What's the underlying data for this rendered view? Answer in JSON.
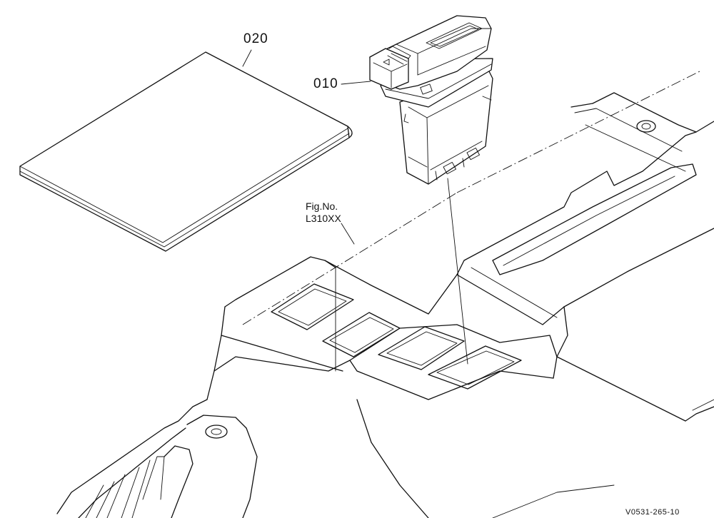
{
  "callouts": {
    "manual": "020",
    "switch": "010"
  },
  "figure_ref": {
    "label": "Fig.No.",
    "number": "L310XX"
  },
  "drawing_code": "V0531-265-10"
}
